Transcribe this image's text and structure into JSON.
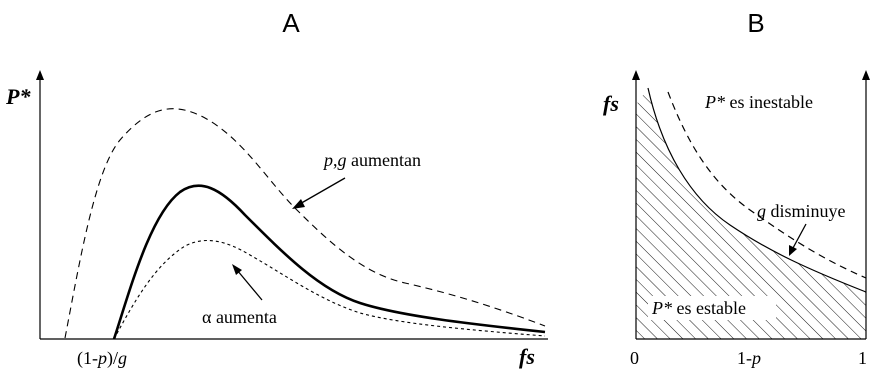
{
  "panels": {
    "a": {
      "label": "A",
      "y_axis_label": "P*",
      "x_axis_label": "fs",
      "x_tick": {
        "p_prefix": "(1-",
        "p_var": "p",
        "p_suffix": ")/",
        "g_var": "g"
      },
      "annotations": {
        "pg_increase": {
          "p": "p",
          "comma": ",",
          "g": "g",
          "rest": " aumentan"
        },
        "alpha_increase": {
          "alpha": "α",
          "rest": " aumenta"
        }
      }
    },
    "b": {
      "label": "B",
      "y_axis_label": "fs",
      "x_ticks": {
        "zero": "0",
        "one_minus_p_prefix": "1-",
        "one_minus_p_var": "p",
        "one": "1"
      },
      "annotations": {
        "unstable": {
          "p": "P*",
          "rest": " es inestable"
        },
        "stable": {
          "p": "P*",
          "rest": " es estable"
        },
        "g_decrease": {
          "g": "g",
          "rest": " disminuye"
        }
      }
    }
  },
  "colors": {
    "ink": "#000000",
    "background": "#ffffff"
  }
}
